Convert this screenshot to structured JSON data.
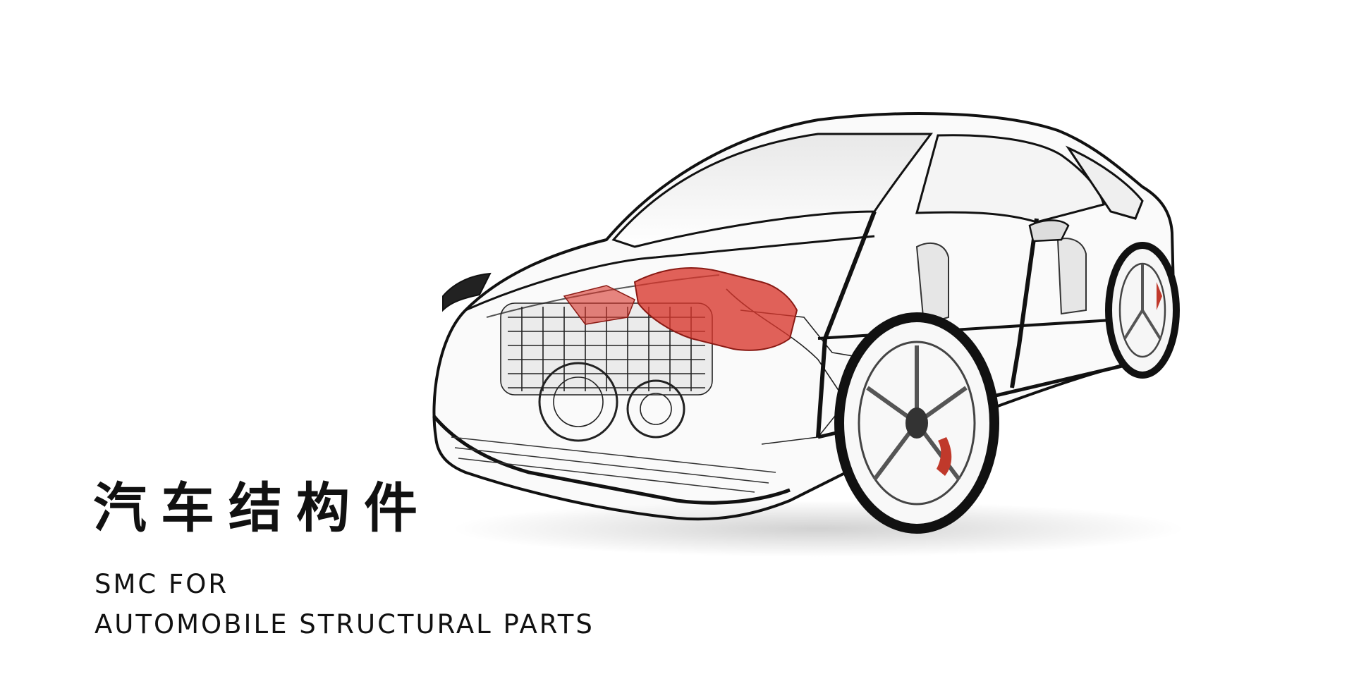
{
  "banner": {
    "title_zh": "汽车结构件",
    "subtitle_line1": "SMC FOR",
    "subtitle_line2": "AUTOMOBILE STRUCTURAL PARTS"
  },
  "figure": {
    "subject": "car-xray-illustration",
    "accent_color": "#d9362b",
    "line_color": "#111111"
  }
}
